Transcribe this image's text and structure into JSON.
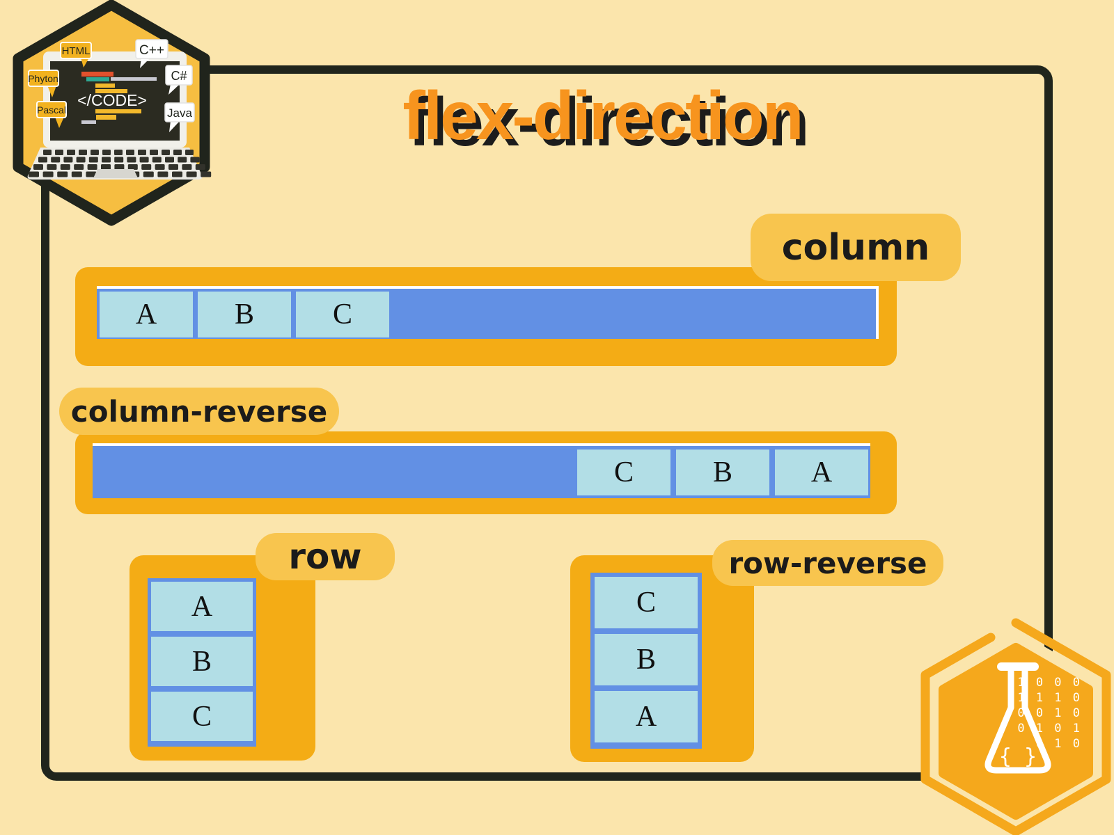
{
  "header": {
    "title": "flex-direction"
  },
  "sections": {
    "column": {
      "label": "column",
      "items": [
        "A",
        "B",
        "C"
      ]
    },
    "column_reverse": {
      "label": "column-reverse",
      "items": [
        "C",
        "B",
        "A"
      ]
    },
    "row": {
      "label": "row",
      "items": [
        "A",
        "B",
        "C"
      ]
    },
    "row_reverse": {
      "label": "row-reverse",
      "items": [
        "C",
        "B",
        "A"
      ]
    }
  },
  "badge": {
    "code_text": "</CODE>",
    "langs": [
      "HTML",
      "C++",
      "Phyton",
      "C#",
      "Pascal",
      "Java"
    ]
  },
  "flask": {
    "braces": "{ }",
    "binary": [
      "1 0 0 0",
      "1 1 1 0",
      "0 0 1 0",
      "0 1 0 1",
      "0 1 0"
    ]
  },
  "colors": {
    "background": "#FBE5AC",
    "frame": "#20251C",
    "container_orange": "#F4AC15",
    "pill_yellow": "#F8C54E",
    "bar_blue": "#6290E4",
    "box_blue": "#B2DEE6",
    "title_orange": "#F7941E",
    "hex_badge_yellow": "#F6BE41",
    "hex_flask_orange": "#F5A81C",
    "screen_dark": "#2B2B21"
  }
}
